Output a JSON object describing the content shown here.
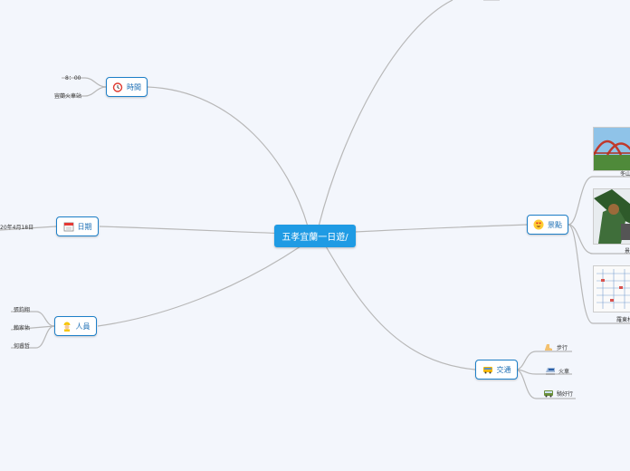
{
  "root": {
    "label": "五孝宜蘭一日遊/"
  },
  "topics": {
    "time": {
      "label": "時間",
      "icon": "alarm-clock-icon",
      "leaves": [
        "8：00",
        "宜蘭火車站"
      ]
    },
    "date": {
      "label": "日期",
      "icon": "calendar-icon",
      "leaves": [
        "20年4月18日"
      ]
    },
    "people": {
      "label": "人員",
      "icon": "construction-worker-icon",
      "leaves": [
        "張鈞翔",
        "賴家佑",
        "何睿哲"
      ]
    },
    "spots": {
      "label": "景點",
      "icon": "heart-eyes-face-icon",
      "leaves": [
        "冬山",
        "羅東林"
      ]
    },
    "transport": {
      "label": "交通",
      "icon": "bus-icon",
      "leaves": [
        {
          "label": "步行",
          "icon": "foot-icon"
        },
        {
          "label": "火車",
          "icon": "train-icon"
        },
        {
          "label": "騎好行",
          "icon": "bus-small-icon"
        }
      ]
    }
  }
}
